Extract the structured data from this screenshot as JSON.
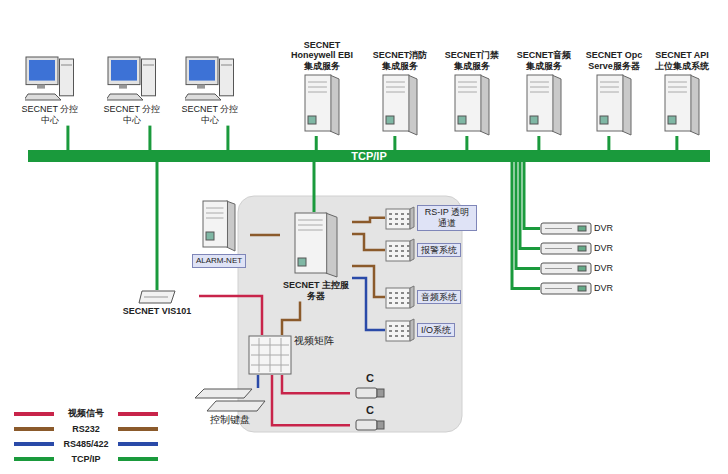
{
  "diagram": {
    "nodes": [
      {
        "text": [
          "SECNET 分控中心"
        ]
      },
      {
        "text": [
          "SECNET 分控中心"
        ]
      },
      {
        "text": [
          "SECNET 分控中心"
        ]
      },
      {
        "text": [
          "SECNET Honeywell EBI 集成服务"
        ]
      },
      {
        "text": [
          "SECNET消防 集成服务"
        ]
      },
      {
        "text": [
          "SECNET门禁 集成服务"
        ]
      },
      {
        "text": [
          "SECNET音频 集成服务"
        ]
      },
      {
        "text": [
          "SECNET Opc Serve服务器"
        ]
      },
      {
        "text": [
          "SECNET API 上位集成系统"
        ]
      },
      {
        "text": [
          "TCP/IP"
        ]
      },
      {
        "text": [
          "ALARM-NET"
        ]
      },
      {
        "text": [
          "SECNET 主控服务器"
        ]
      },
      {
        "text": [
          "RS-IP 透明通道"
        ]
      },
      {
        "text": [
          "报警系统"
        ]
      },
      {
        "text": [
          "音频系统"
        ]
      },
      {
        "text": [
          "I/O系统"
        ]
      },
      {
        "text": [
          "DVR"
        ]
      },
      {
        "text": [
          "DVR"
        ]
      },
      {
        "text": [
          "DVR"
        ]
      },
      {
        "text": [
          "DVR"
        ]
      },
      {
        "text": [
          "SECNET VIS101"
        ]
      },
      {
        "text": [
          "视频矩阵"
        ]
      },
      {
        "text": [
          "控制键盘"
        ]
      },
      {
        "text": [
          "C"
        ]
      },
      {
        "text": [
          "C"
        ]
      }
    ],
    "edges": [
      {
        "from": 0,
        "to": 9,
        "arrow": "none"
      },
      {
        "from": 1,
        "to": 9,
        "arrow": "none"
      },
      {
        "from": 2,
        "to": 9,
        "arrow": "none"
      },
      {
        "from": 3,
        "to": 9,
        "arrow": "none"
      },
      {
        "from": 4,
        "to": 9,
        "arrow": "none"
      },
      {
        "from": 5,
        "to": 9,
        "arrow": "none"
      },
      {
        "from": 6,
        "to": 9,
        "arrow": "none"
      },
      {
        "from": 7,
        "to": 9,
        "arrow": "none"
      },
      {
        "from": 8,
        "to": 9,
        "arrow": "none"
      },
      {
        "from": 9,
        "to": 11,
        "arrow": "none"
      },
      {
        "from": 9,
        "to": 20,
        "arrow": "none"
      },
      {
        "from": 9,
        "to": 16,
        "arrow": "none"
      },
      {
        "from": 9,
        "to": 17,
        "arrow": "none"
      },
      {
        "from": 9,
        "to": 18,
        "arrow": "none"
      },
      {
        "from": 9,
        "to": 19,
        "arrow": "none"
      },
      {
        "from": 11,
        "to": 10,
        "arrow": "none"
      },
      {
        "from": 11,
        "to": 12,
        "arrow": "none"
      },
      {
        "from": 11,
        "to": 13,
        "arrow": "none"
      },
      {
        "from": 11,
        "to": 14,
        "arrow": "none"
      },
      {
        "from": 11,
        "to": 15,
        "arrow": "none"
      },
      {
        "from": 11,
        "to": 21,
        "arrow": "none"
      },
      {
        "from": 20,
        "to": 21,
        "arrow": "none"
      },
      {
        "from": 21,
        "to": 23,
        "arrow": "none"
      },
      {
        "from": 21,
        "to": 24,
        "arrow": "none"
      },
      {
        "from": 22,
        "to": 21,
        "arrow": "none"
      }
    ],
    "legend": [
      {
        "text": "视频信号",
        "color": "#c8244a"
      },
      {
        "text": "RS232",
        "color": "#8b5a2b"
      },
      {
        "text": "RS485/422",
        "color": "#2a4aa8"
      },
      {
        "text": "TCP/IP",
        "color": "#1a9a3c"
      }
    ]
  }
}
